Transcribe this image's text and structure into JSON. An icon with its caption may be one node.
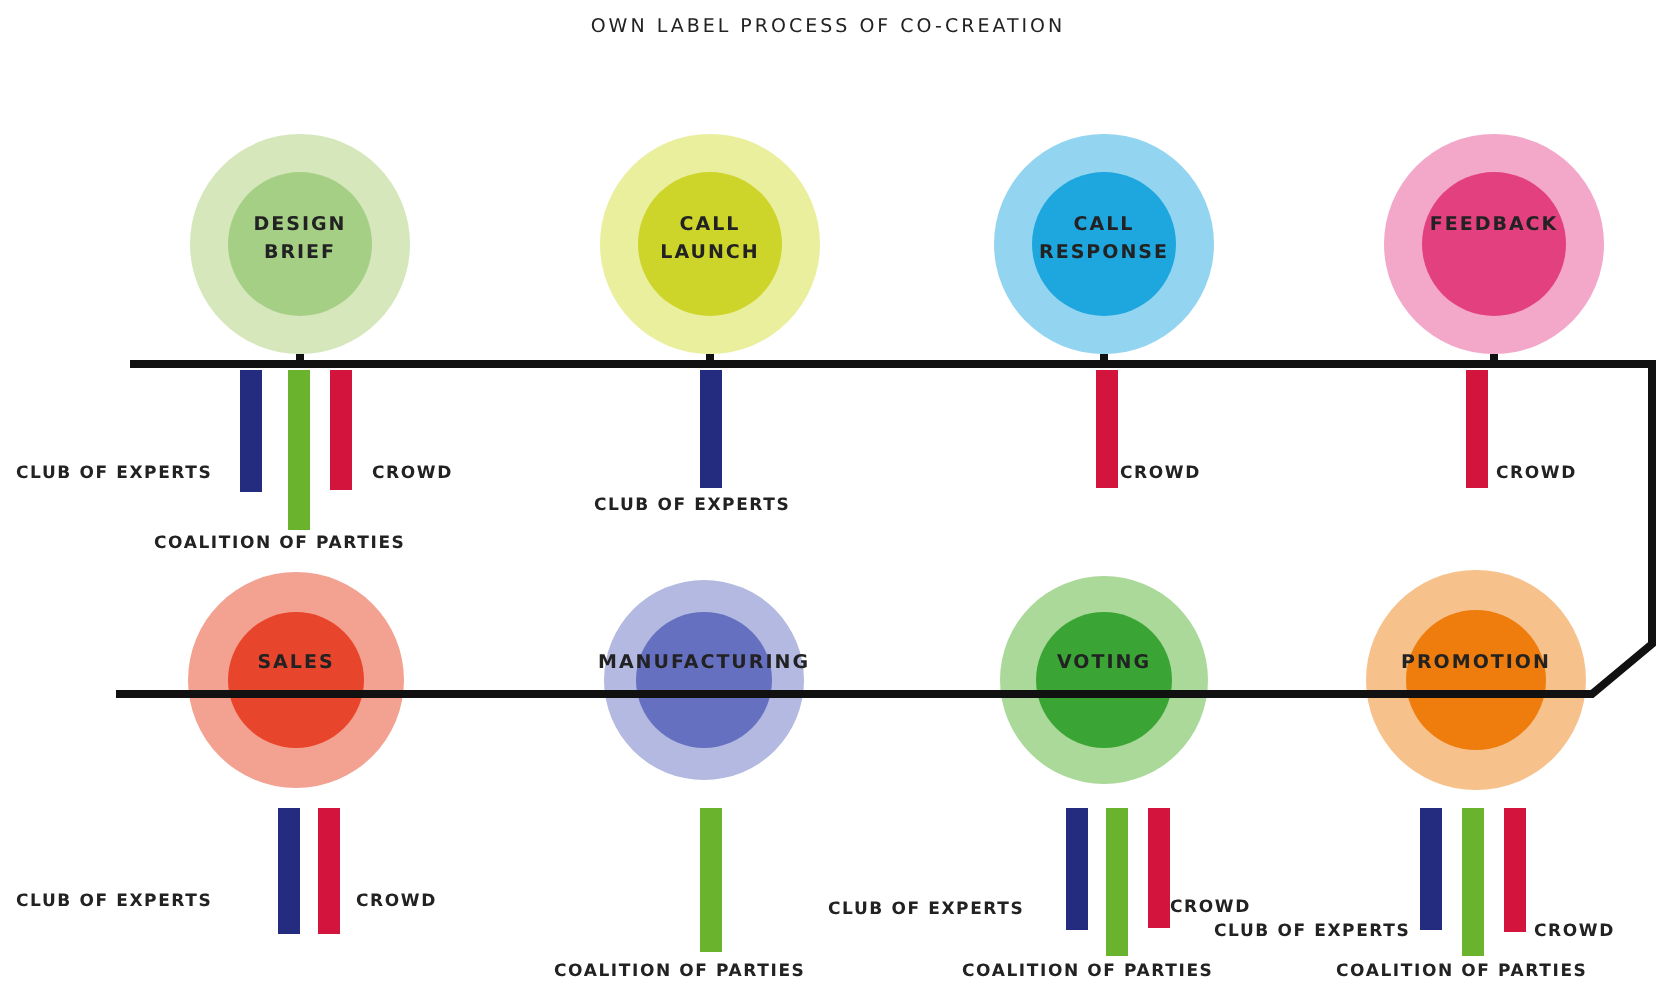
{
  "diagram": {
    "title": "OWN LABEL PROCESS OF CO-CREATION",
    "nodes": [
      {
        "text": [
          "DESIGN BRIEF"
        ]
      },
      {
        "text": [],
        "shape": "bar",
        "beside": [
          "CLUB OF EXPERTS"
        ]
      },
      {
        "text": [],
        "shape": "bar",
        "beside": [
          "COALITION OF PARTIES"
        ]
      },
      {
        "text": [],
        "shape": "bar",
        "beside": [
          "CROWD"
        ]
      },
      {
        "text": [
          "CALL LAUNCH"
        ]
      },
      {
        "text": [],
        "shape": "bar",
        "beside": [
          "CLUB OF EXPERTS"
        ]
      },
      {
        "text": [
          "CALL RESPONSE"
        ]
      },
      {
        "text": [],
        "shape": "bar",
        "beside": [
          "CROWD"
        ]
      },
      {
        "text": [
          "FEEDBACK"
        ]
      },
      {
        "text": [],
        "shape": "bar",
        "beside": [
          "CROWD"
        ]
      },
      {
        "text": [
          "SALES"
        ]
      },
      {
        "text": [],
        "shape": "bar",
        "beside": [
          "CLUB OF EXPERTS"
        ]
      },
      {
        "text": [],
        "shape": "bar",
        "beside": [
          "CROWD"
        ]
      },
      {
        "text": [
          "MANUFACTURING"
        ]
      },
      {
        "text": [],
        "shape": "bar",
        "beside": [
          "COALITION OF PARTIES"
        ]
      },
      {
        "text": [
          "VOTING"
        ]
      },
      {
        "text": [],
        "shape": "bar",
        "beside": [
          "CLUB OF EXPERTS"
        ]
      },
      {
        "text": [],
        "shape": "bar",
        "beside": [
          "COALITION OF PARTIES"
        ]
      },
      {
        "text": [],
        "shape": "bar",
        "beside": [
          "CROWD"
        ]
      },
      {
        "text": [
          "PROMOTION"
        ]
      },
      {
        "text": [],
        "shape": "bar",
        "beside": [
          "CLUB OF EXPERTS"
        ]
      },
      {
        "text": [],
        "shape": "bar",
        "beside": [
          "COALITION OF PARTIES"
        ]
      },
      {
        "text": [],
        "shape": "bar",
        "beside": [
          "CROWD"
        ]
      }
    ],
    "edges": [
      {
        "from": null,
        "to": 0,
        "arrow": "none"
      },
      {
        "from": 0,
        "to": 4,
        "arrow": "none"
      },
      {
        "from": 4,
        "to": 6,
        "arrow": "none"
      },
      {
        "from": 6,
        "to": 8,
        "arrow": "none"
      },
      {
        "from": 8,
        "to": 19,
        "arrow": "none"
      },
      {
        "from": 19,
        "to": 15,
        "arrow": "none"
      },
      {
        "from": 15,
        "to": 13,
        "arrow": "none"
      },
      {
        "from": 13,
        "to": 10,
        "arrow": "none"
      },
      {
        "from": 10,
        "to": null,
        "arrow": "none"
      }
    ]
  }
}
